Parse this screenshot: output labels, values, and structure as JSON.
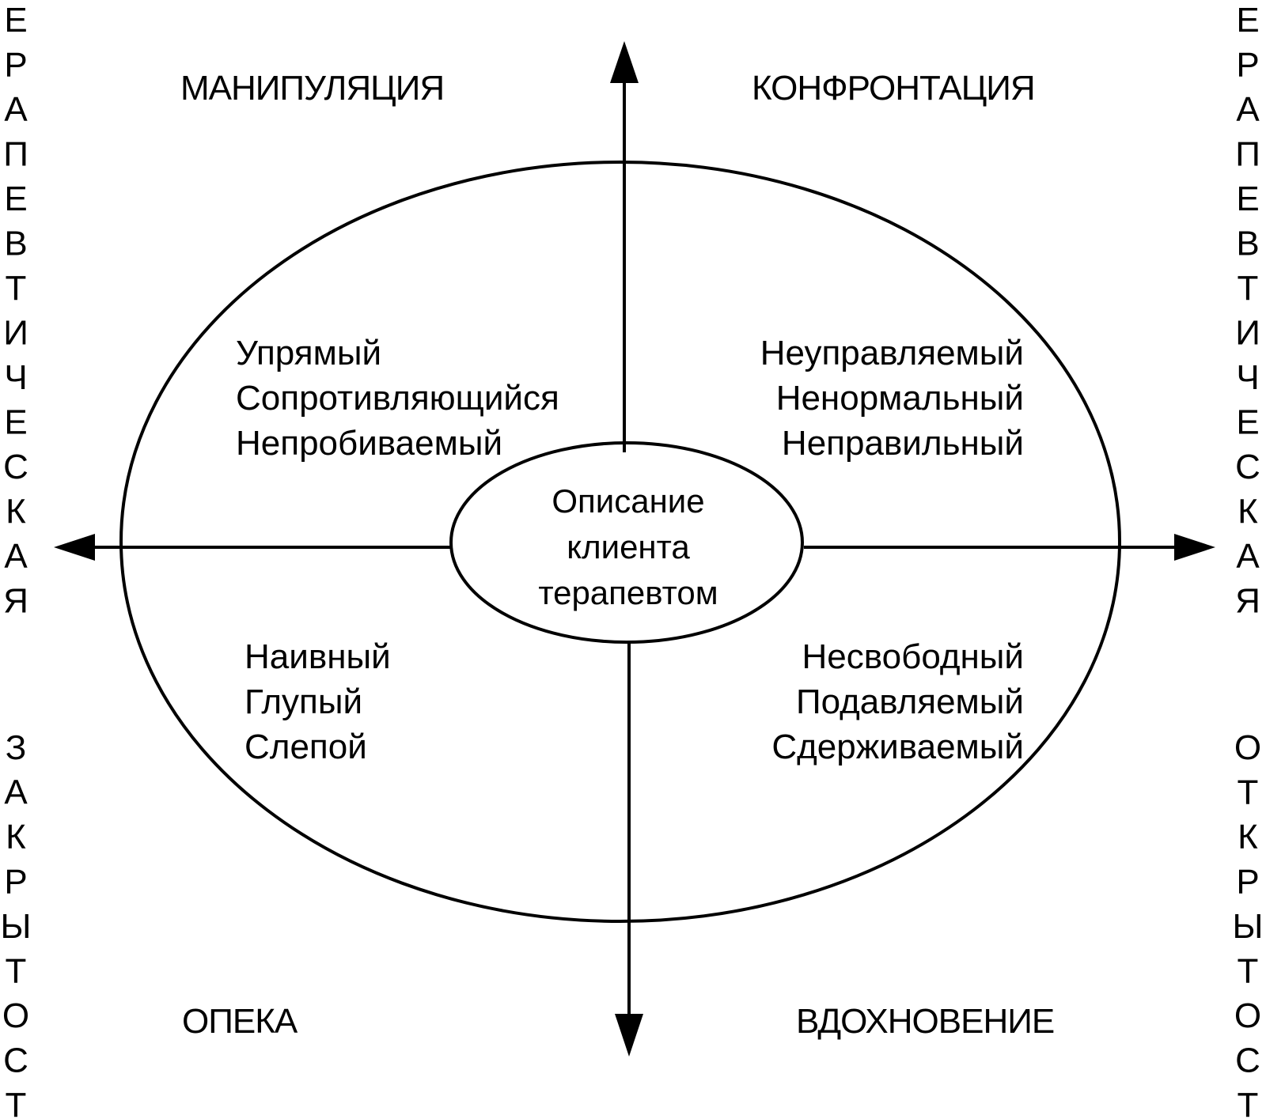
{
  "corners": {
    "top_left": "МАНИПУЛЯЦИЯ",
    "top_right": "КОНФРОНТАЦИЯ",
    "bottom_left": "ОПЕКА",
    "bottom_right": "ВДОХНОВЕНИЕ"
  },
  "quadrants": {
    "top_left": [
      "Упрямый",
      "Сопротивляющийся",
      "Непробиваемый"
    ],
    "top_right": [
      "Неуправляемый",
      "Ненормальный",
      "Неправильный"
    ],
    "bottom_left": [
      "Наивный",
      "Глупый",
      "Слепой"
    ],
    "bottom_right": [
      "Несвободный",
      "Подавляемый",
      "Сдерживаемый"
    ]
  },
  "center": [
    "Описание",
    "клиента",
    "терапевтом"
  ],
  "side_left": {
    "top": [
      "Е",
      "Р",
      "А",
      "П",
      "Е",
      "В",
      "Т",
      "И",
      "Ч",
      "Е",
      "С",
      "К",
      "А",
      "Я"
    ],
    "bottom": [
      "З",
      "А",
      "К",
      "Р",
      "Ы",
      "Т",
      "О",
      "С",
      "Т"
    ]
  },
  "side_right": {
    "top": [
      "Е",
      "Р",
      "А",
      "П",
      "Е",
      "В",
      "Т",
      "И",
      "Ч",
      "Е",
      "С",
      "К",
      "А",
      "Я"
    ],
    "bottom": [
      "О",
      "Т",
      "К",
      "Р",
      "Ы",
      "Т",
      "О",
      "С",
      "Т"
    ]
  }
}
